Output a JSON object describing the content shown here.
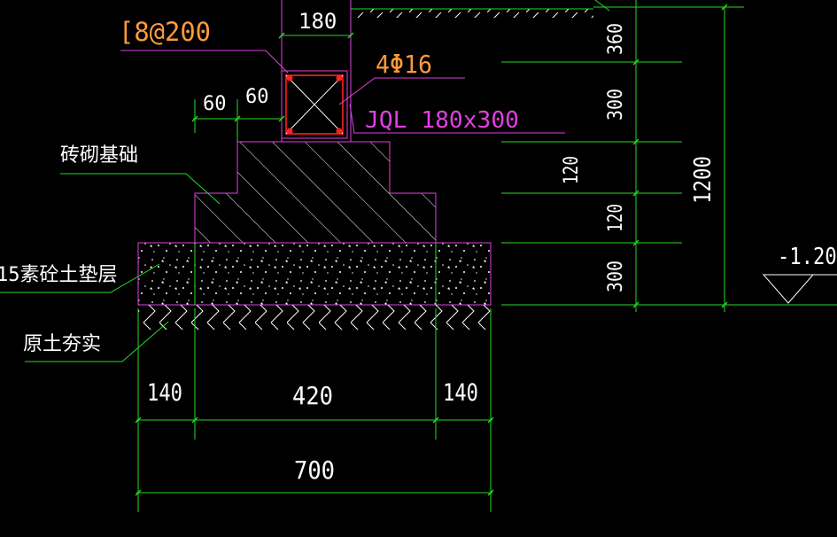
{
  "colors": {
    "background": "#000000",
    "outline": "#e040e0",
    "dimension": "#22dd22",
    "text_white": "#ffffff",
    "text_orange": "#ff9a3c",
    "text_magenta": "#e040e0",
    "rebar": "#ff2020"
  },
  "labels": {
    "stirrup": "[8@200",
    "rebar": "4Φ16",
    "beam": "JQL   180x300",
    "brick_foundation": "砖砌基础",
    "cushion": "15素砼土垫层",
    "soil": "原土夯实",
    "elevation": "-1.200"
  },
  "dims": {
    "wall_width": "180",
    "step_left": "60",
    "step_right": "60",
    "bottom_left": "140",
    "bottom_mid": "420",
    "bottom_right": "140",
    "total_width": "700",
    "v_360": "360",
    "v_300_top": "300",
    "v_120_a": "120",
    "v_120_b": "120",
    "v_300_bottom": "300",
    "v_total": "1200"
  }
}
